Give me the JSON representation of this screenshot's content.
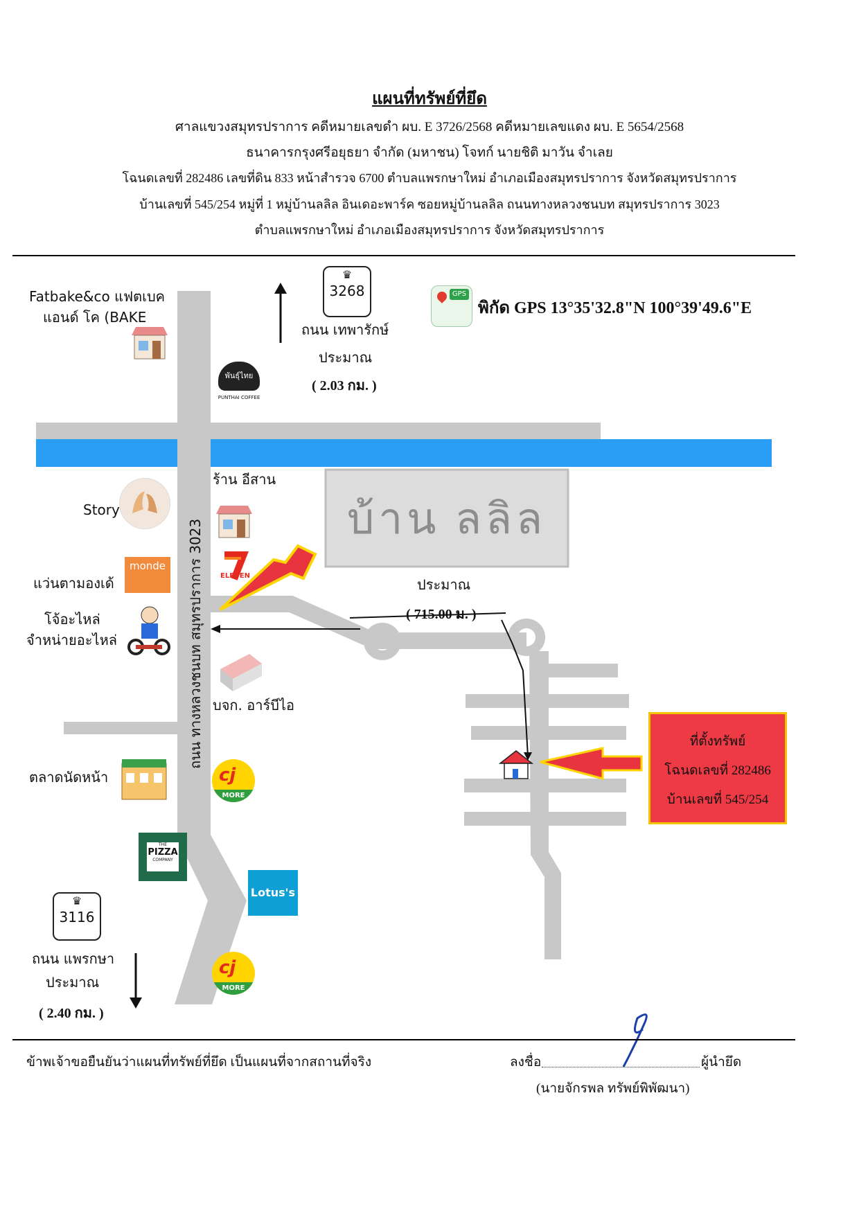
{
  "header": {
    "title": "แผนที่ทรัพย์ที่ยึด",
    "line1": "ศาลแขวงสมุทรปราการ  คดีหมายเลขดำ ผบ.  E 3726/2568  คดีหมายเลขแดง ผบ. E 5654/2568",
    "line2": "ธนาคารกรุงศรีอยุธยา จำกัด (มหาชน)  โจทก์  นายชิติ  มาวัน      จำเลย",
    "line3": "โฉนดเลขที่ 282486  เลขที่ดิน  833  หน้าสำรวจ  6700   ตำบลแพรกษาใหม่  อำเภอเมืองสมุทรปราการ  จังหวัดสมุทรปราการ",
    "line4": "บ้านเลขที่  545/254  หมู่ที่  1    หมู่บ้านลลิล อินเดอะพาร์ค  ซอยหมู่บ้านลลิล  ถนนทางหลวงชนบท สมุทรปราการ 3023",
    "line5": "ตำบลแพรกษาใหม่  อำเภอเมืองสมุทรปราการ  จังหวัดสมุทรปราการ"
  },
  "map": {
    "north_route": {
      "number": "3268",
      "road": "ถนน  เทพารักษ์",
      "approx": "ประมาณ",
      "distance": "( 2.03 กม. )"
    },
    "south_route": {
      "number": "3116",
      "road": "ถนน  แพรกษา",
      "approx": "ประมาณ",
      "distance": "( 2.40 กม. )"
    },
    "gps": {
      "label": "พิกัด GPS 13°35'32.8\"N 100°39'49.6\"E",
      "icon_text": "GPS"
    },
    "main_road_label": "ถนน  ทางหลวงชนบท  สมุทรปราการ 3023",
    "village_sign": "บ้าน  ลลิล",
    "side_road": {
      "approx": "ประมาณ",
      "distance": "( 715.00 ม. )"
    },
    "landmarks": {
      "fatbake_line1": "Fatbake&co แฟตเบค",
      "fatbake_line2": "แอนด์ โค (BAKE",
      "punthai_text": "พันธุ์ไทย",
      "punthai_caption": "PUNTHAI COFFEE",
      "isan": "ร้าน  อีสาน",
      "story": "Story",
      "monde_name": "แว่นตามองเด้",
      "monde_logo": "monde",
      "eleven_logo": "ELEVEN",
      "spare1": "โจ้อะไหล่",
      "spare2": "จำหน่ายอะไหล่",
      "rbi": "บจก.  อาร์บีไอ",
      "market": "ตลาดนัดหน้า",
      "cj_bar": "MORE",
      "cj_mark": "cj",
      "pizza_logo": "PIZZA",
      "pizza_top": "THE",
      "pizza_bottom": "COMPANY",
      "lotus": "Lotus's"
    },
    "property_box": {
      "line1": "ที่ตั้งทรัพย์",
      "line2": "โฉนดเลขที่ 282486",
      "line3": "บ้านเลขที่  545/254"
    }
  },
  "footer": {
    "statement": "ข้าพเจ้าขอยืนยันว่าแผนที่ทรัพย์ที่ยึด เป็นแผนที่จากสถานที่จริง",
    "sign_label": "ลงชื่อ",
    "sign_role": "ผู้นำยึด",
    "sign_name": "(นายจักรพล   ทรัพย์พิพัฒนา)"
  },
  "colors": {
    "road": "#c8c8c8",
    "canal": "#2a9df4",
    "property_box": "#ee3a45",
    "property_border": "#f5c400",
    "arrow_red": "#e8343f",
    "arrow_yellow": "#ffd400"
  }
}
